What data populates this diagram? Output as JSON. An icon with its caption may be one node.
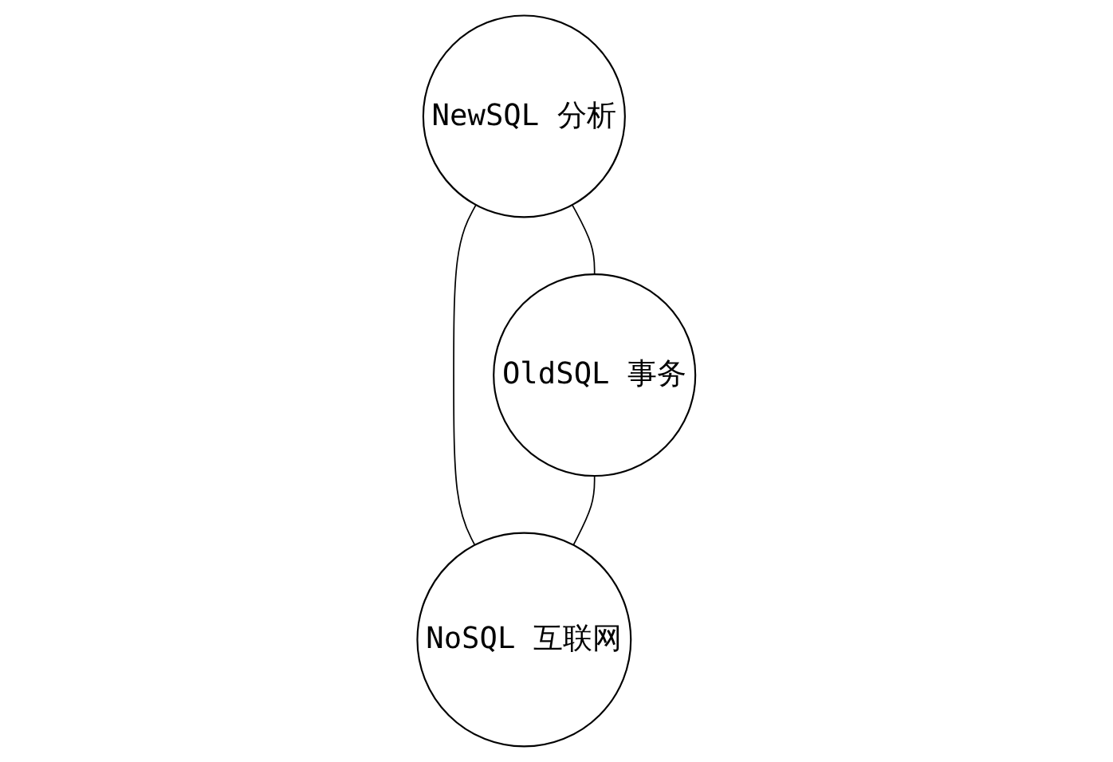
{
  "diagram": {
    "nodes": [
      {
        "text": [
          "NewSQL 分析"
        ]
      },
      {
        "text": [
          "OldSQL 事务"
        ]
      },
      {
        "text": [
          "NoSQL 互联网"
        ]
      }
    ],
    "edges": [
      {
        "from": 0,
        "to": 1,
        "arrow": "none"
      },
      {
        "from": 0,
        "to": 2,
        "arrow": "none"
      },
      {
        "from": 1,
        "to": 2,
        "arrow": "none"
      }
    ]
  }
}
